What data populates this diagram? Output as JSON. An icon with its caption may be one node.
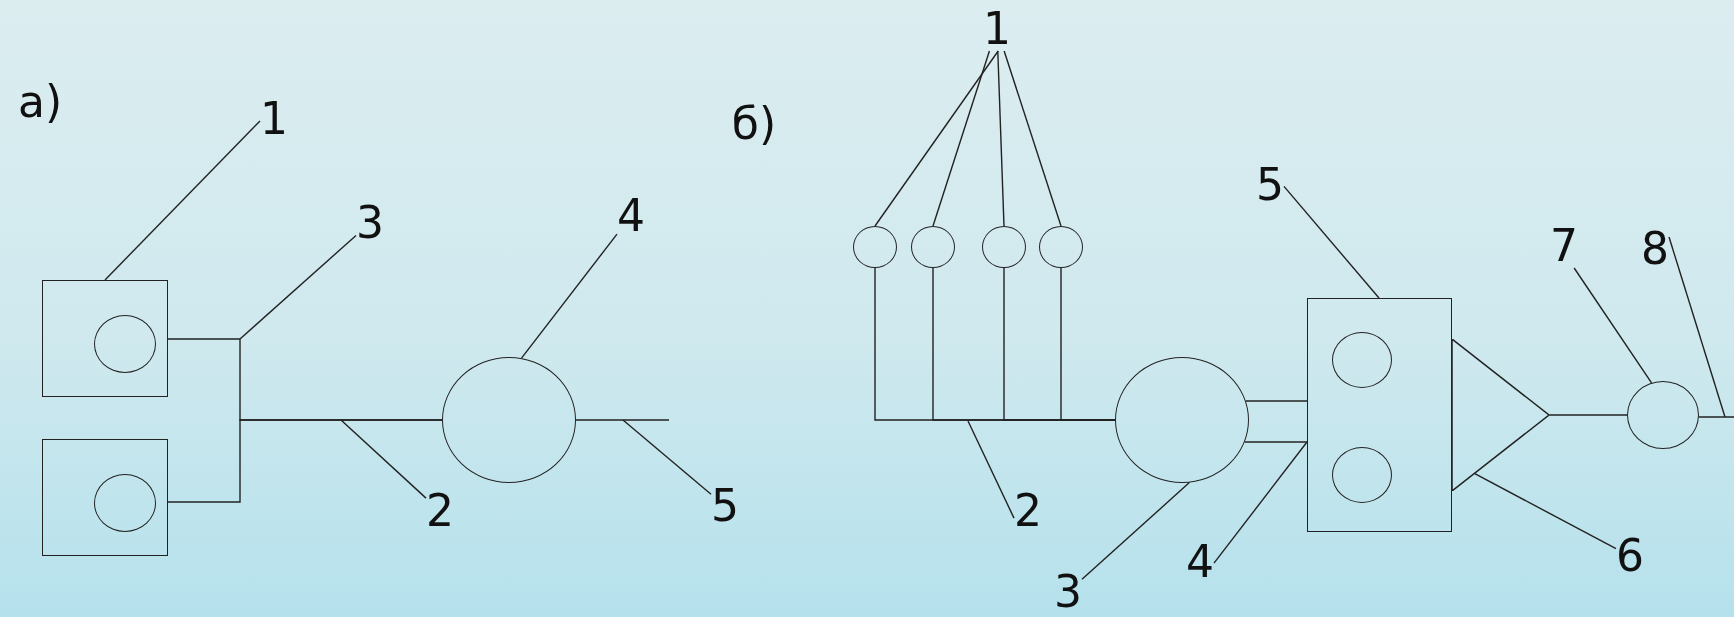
{
  "diagram": {
    "nodes": [
      {
        "text": [
          "1"
        ]
      },
      {
        "text": [
          "3"
        ]
      },
      {
        "text": [
          "4"
        ]
      },
      {
        "text": [],
        "shape": "box"
      },
      {
        "text": [],
        "shape": "circle",
        "in": 3
      },
      {
        "text": [],
        "shape": "box"
      },
      {
        "text": [],
        "shape": "circle",
        "in": 5
      },
      {
        "text": [],
        "shape": "circle"
      },
      {
        "text": [
          "2"
        ]
      },
      {
        "text": [
          "5"
        ]
      },
      {
        "text": [
          "1"
        ]
      },
      {
        "text": [
          "5"
        ]
      },
      {
        "text": [
          "7"
        ]
      },
      {
        "text": [
          "8"
        ]
      },
      {
        "text": [],
        "shape": "circle"
      },
      {
        "text": [],
        "shape": "circle"
      },
      {
        "text": [],
        "shape": "circle"
      },
      {
        "text": [],
        "shape": "circle"
      },
      {
        "text": [],
        "shape": "circle"
      },
      {
        "text": [],
        "shape": "box"
      },
      {
        "text": [],
        "shape": "circle",
        "in": 19
      },
      {
        "text": [],
        "shape": "circle",
        "in": 19
      },
      {
        "text": [],
        "shape": "triangle"
      },
      {
        "text": [],
        "shape": "circle"
      },
      {
        "text": [
          "2"
        ]
      },
      {
        "text": [
          "3"
        ]
      },
      {
        "text": [
          "4"
        ]
      },
      {
        "text": [
          "6"
        ]
      }
    ],
    "edges": [
      {
        "from": 0,
        "to": 3,
        "arrow": "none"
      },
      {
        "from": 1,
        "to": null,
        "arrow": "none"
      },
      {
        "from": 2,
        "to": 7,
        "arrow": "none"
      },
      {
        "from": 8,
        "to": null,
        "arrow": "none"
      },
      {
        "from": 9,
        "to": null,
        "arrow": "none"
      },
      {
        "from": 3,
        "to": 7,
        "arrow": "none"
      },
      {
        "from": 5,
        "to": 7,
        "arrow": "none"
      },
      {
        "from": 7,
        "to": null,
        "arrow": "none"
      },
      {
        "from": 10,
        "to": 14,
        "arrow": "none"
      },
      {
        "from": 10,
        "to": 15,
        "arrow": "none"
      },
      {
        "from": 10,
        "to": 16,
        "arrow": "none"
      },
      {
        "from": 10,
        "to": 17,
        "arrow": "none"
      },
      {
        "from": 14,
        "to": 18,
        "arrow": "none"
      },
      {
        "from": 15,
        "to": 18,
        "arrow": "none"
      },
      {
        "from": 16,
        "to": 18,
        "arrow": "none"
      },
      {
        "from": 17,
        "to": 18,
        "arrow": "none"
      },
      {
        "from": 24,
        "to": null,
        "arrow": "none"
      },
      {
        "from": 25,
        "to": 18,
        "arrow": "none"
      },
      {
        "from": 18,
        "to": 19,
        "arrow": "none"
      },
      {
        "from": 18,
        "to": 19,
        "arrow": "none"
      },
      {
        "from": 26,
        "to": 19,
        "arrow": "none"
      },
      {
        "from": 11,
        "to": 19,
        "arrow": "none"
      },
      {
        "from": 27,
        "to": 22,
        "arrow": "none"
      },
      {
        "from": 22,
        "to": 23,
        "arrow": "none"
      },
      {
        "from": 12,
        "to": 23,
        "arrow": "none"
      },
      {
        "from": 23,
        "to": null,
        "arrow": "none"
      },
      {
        "from": 13,
        "to": null,
        "arrow": "none"
      }
    ],
    "labels": [
      "а)",
      "б)"
    ]
  }
}
